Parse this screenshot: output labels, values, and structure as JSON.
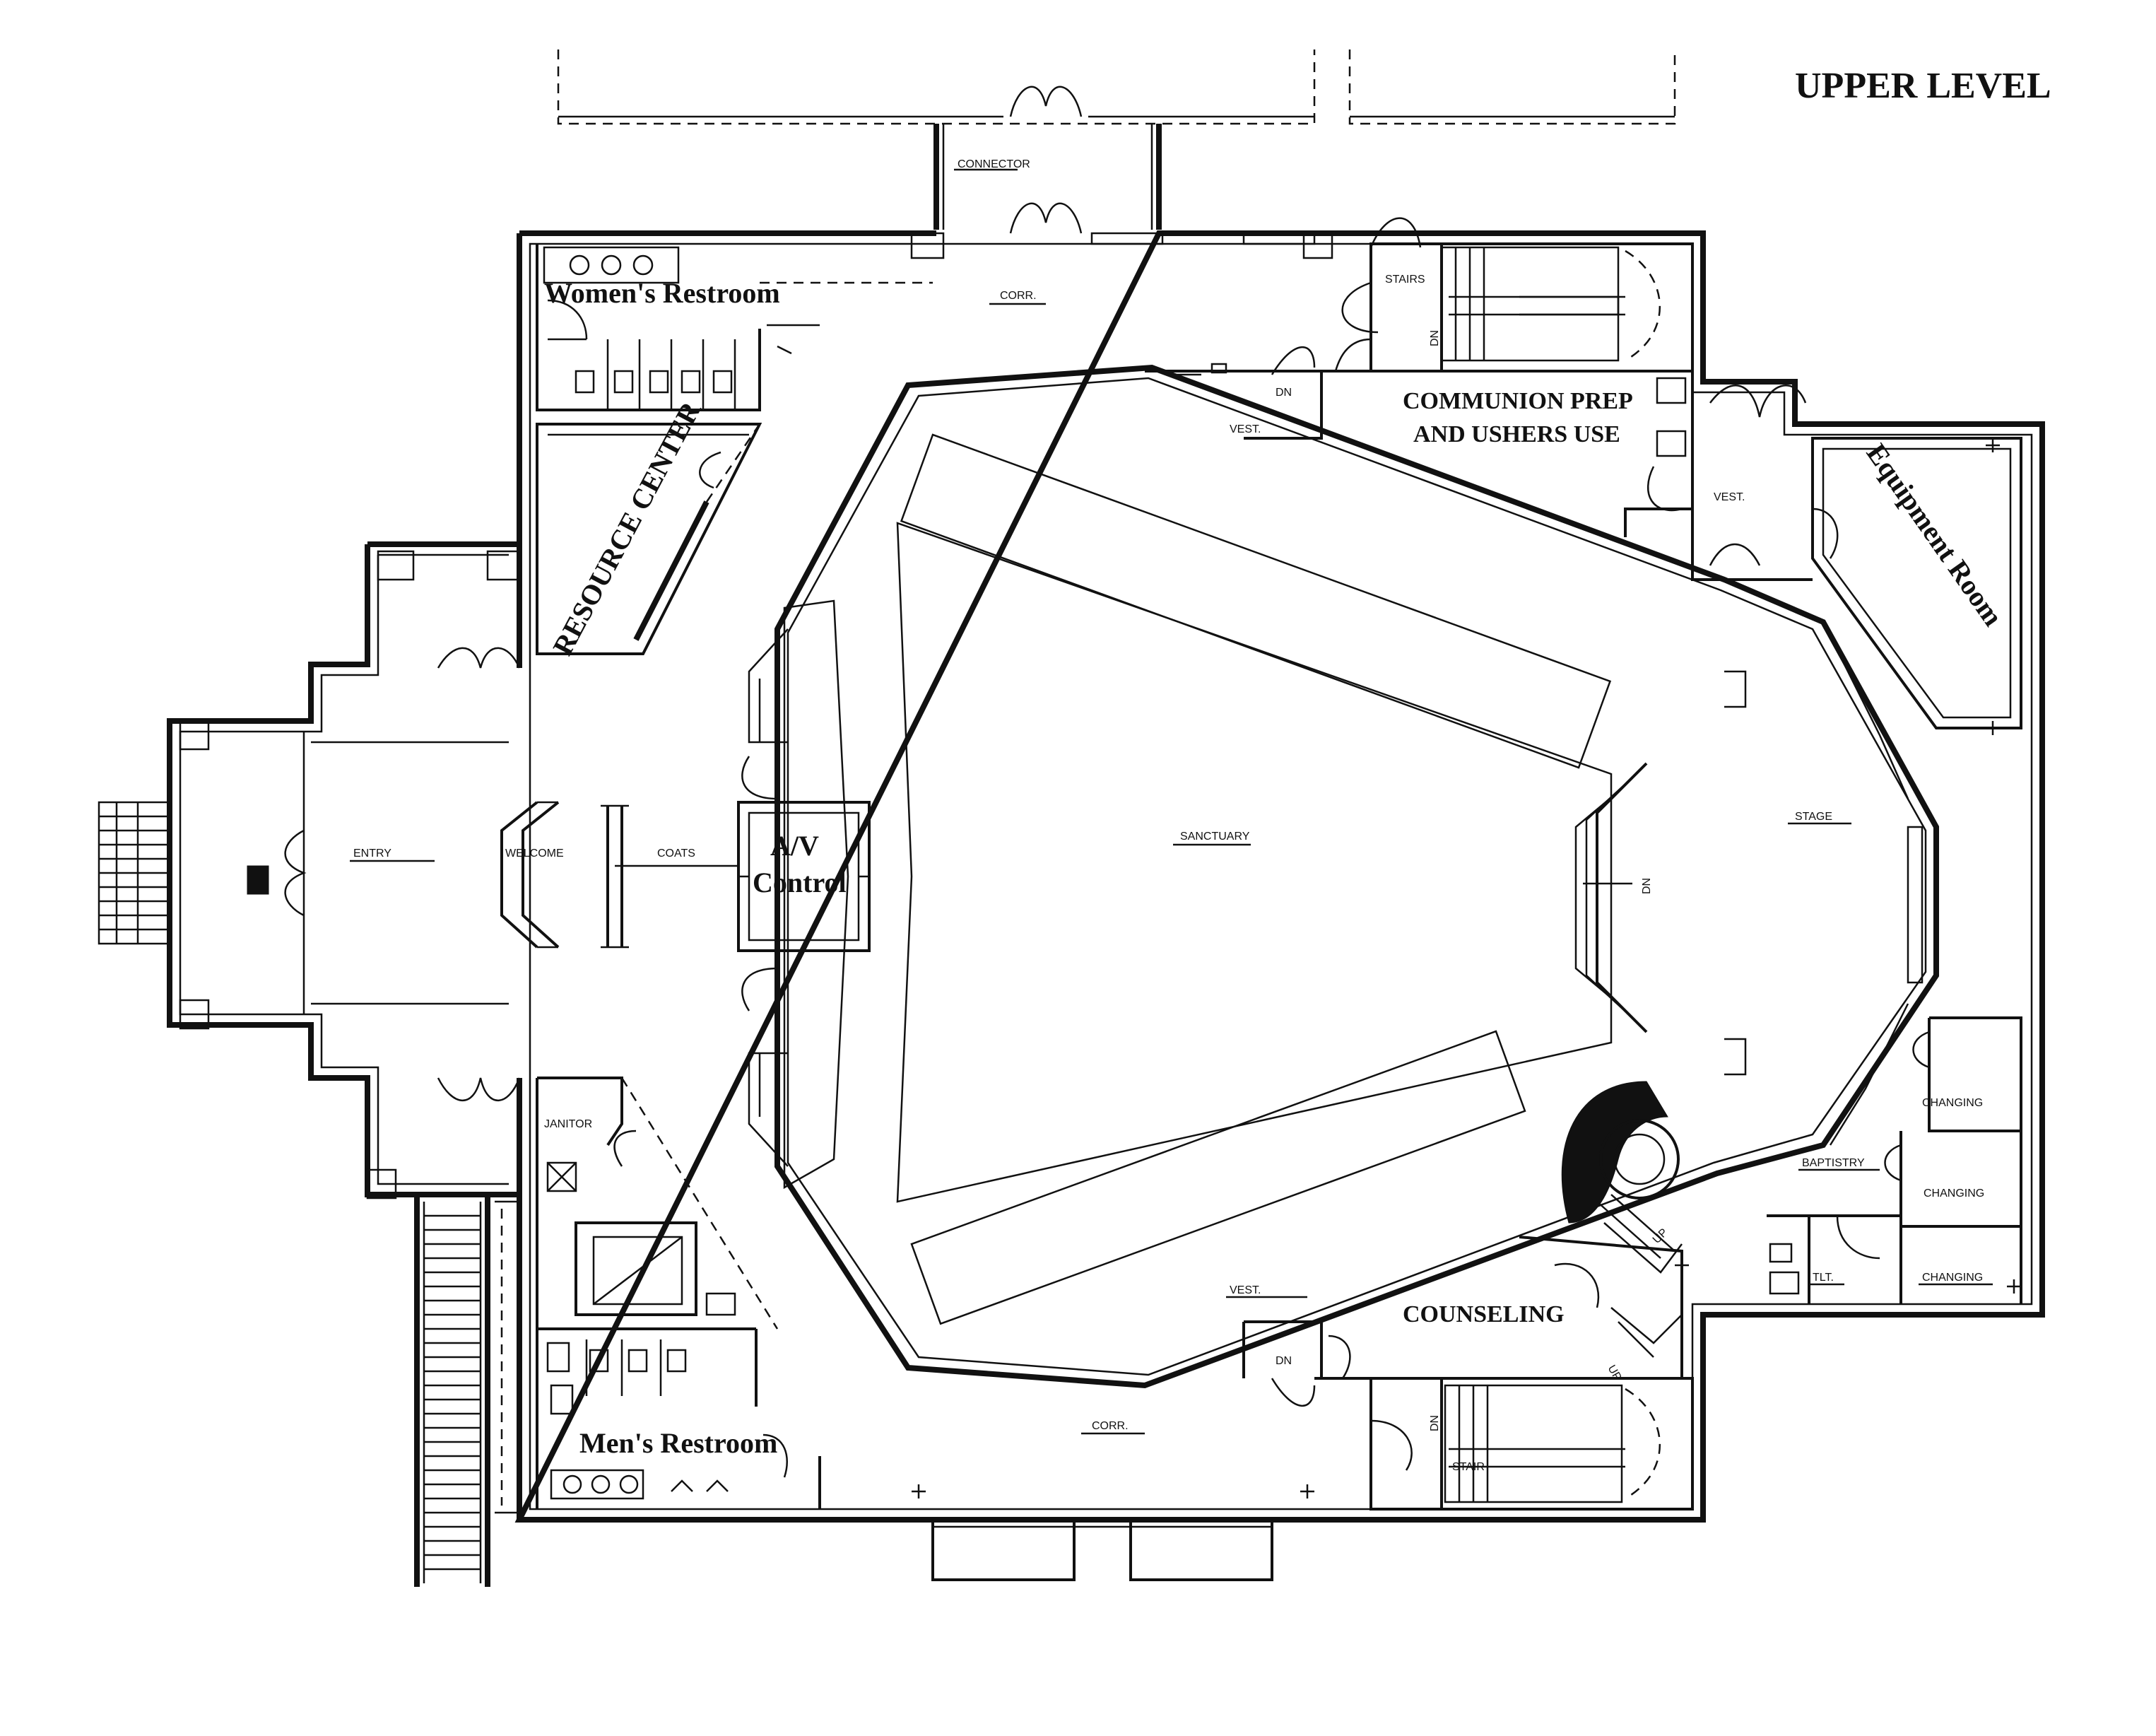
{
  "title": "UPPER LEVEL",
  "rooms": {
    "womens_restroom": "Women's Restroom",
    "resource_center": "RESOURCE CENTER",
    "communion_prep_line1": "COMMUNION PREP",
    "communion_prep_line2": "AND USHERS USE",
    "equipment_room": "Equipment Room",
    "av_control_line1": "A/V",
    "av_control_line2": "Control",
    "counseling": "COUNSELING",
    "mens_restroom": "Men's Restroom",
    "sanctuary": "SANCTUARY",
    "stage": "STAGE",
    "entry": "ENTRY",
    "welcome": "WELCOME",
    "coats": "COATS",
    "connector": "CONNECTOR",
    "corr_top": "CORR.",
    "corr_bottom": "CORR.",
    "stairs_top": "STAIRS",
    "stairs_bottom": "STAIR",
    "vest_top": "VEST.",
    "vest_right": "VEST.",
    "vest_bottom": "VEST.",
    "janitor": "JANITOR",
    "baptistry": "BAPTISTRY",
    "changing_1": "CHANGING",
    "changing_2": "CHANGING",
    "changing_3": "CHANGING",
    "tlt": "TLT.",
    "dn_1": "DN",
    "dn_2": "DN",
    "dn_3": "DN",
    "dn_4": "DN",
    "dn_5": "DN",
    "up_1": "UP",
    "up_2": "UP"
  }
}
